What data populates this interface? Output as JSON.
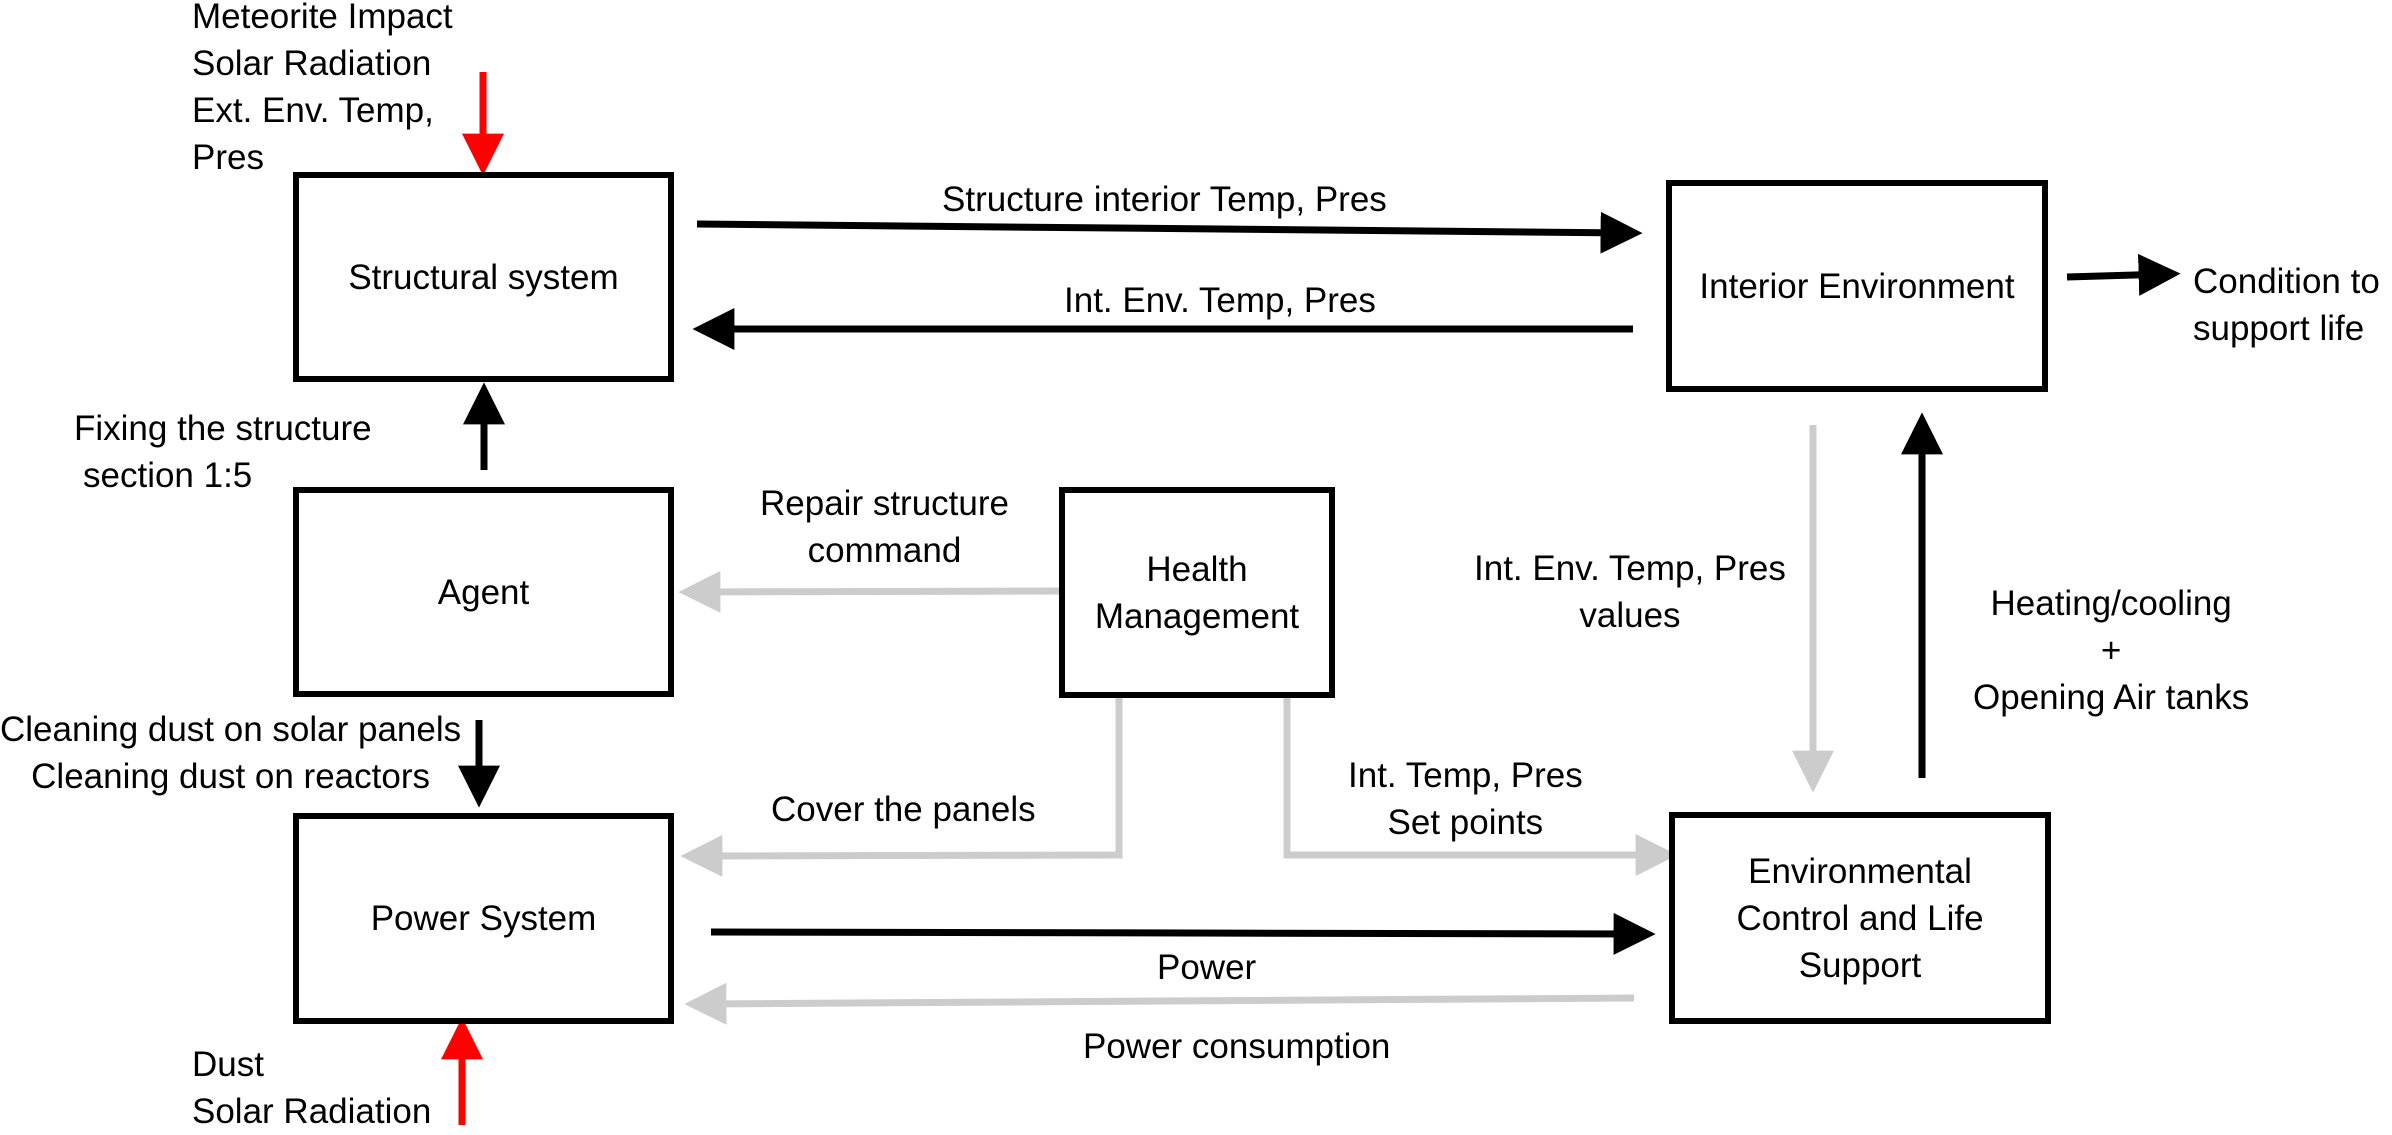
{
  "boxes": {
    "structural": "Structural system",
    "interior": "Interior Environment",
    "agent": "Agent",
    "health": [
      "Health",
      "Management"
    ],
    "power": "Power System",
    "eclss": [
      "Environmental",
      "Control and Life",
      "Support"
    ]
  },
  "labels": {
    "meteorite": [
      "Meteorite Impact",
      "Solar Radiation",
      "Ext. Env. Temp,",
      "Pres"
    ],
    "struct_interior": "Structure interior Temp, Pres",
    "int_env_top": "Int. Env. Temp, Pres",
    "condition": [
      "Condition to",
      "support life"
    ],
    "fixing": [
      "Fixing the structure",
      "section 1:5"
    ],
    "repair": [
      "Repair structure",
      "command"
    ],
    "int_env_values": [
      "Int. Env. Temp, Pres",
      "values"
    ],
    "heating": [
      "Heating/cooling",
      "+",
      "Opening Air tanks"
    ],
    "cleaning": [
      "Cleaning dust on solar panels",
      "Cleaning dust on reactors"
    ],
    "cover": "Cover the panels",
    "setpoints": [
      "Int. Temp, Pres",
      "Set points"
    ],
    "power": "Power",
    "power_consumption": "Power consumption",
    "dust": [
      "Dust",
      "Solar Radiation"
    ]
  },
  "colors": {
    "box_border": "#000000",
    "control_arrow": "#000000",
    "info_arrow": "#cccccc",
    "external_arrow": "#ff0000"
  }
}
